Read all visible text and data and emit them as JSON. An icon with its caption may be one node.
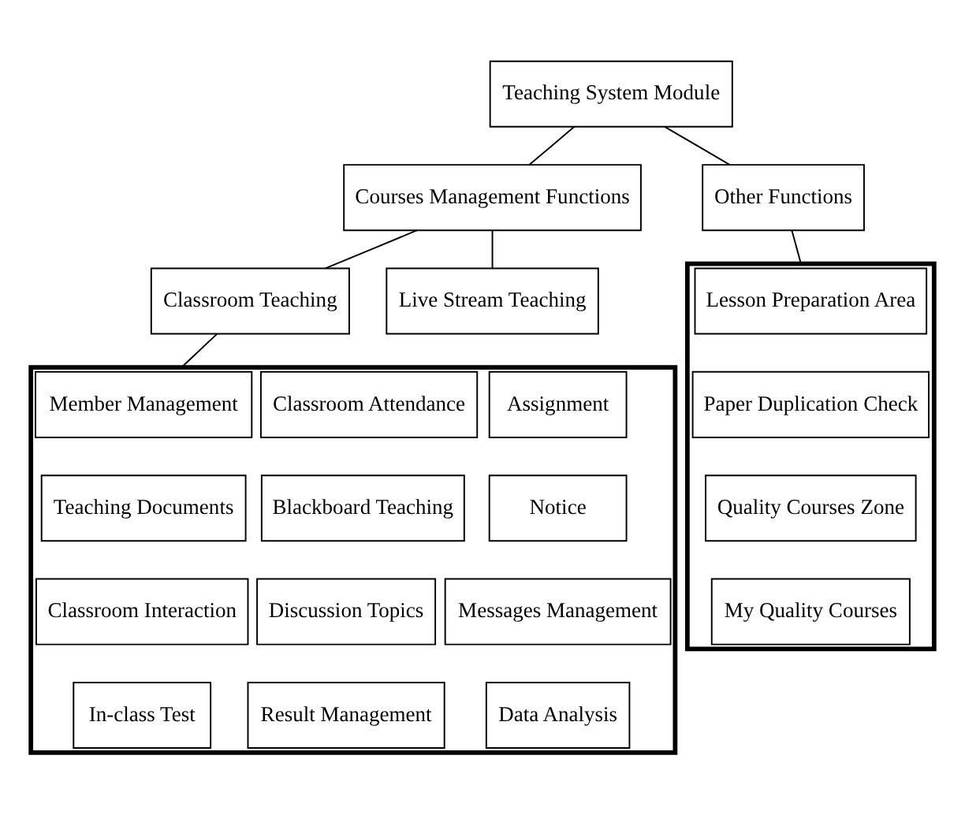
{
  "diagram": {
    "nodes": [
      {
        "text": [
          "Teaching System Module"
        ]
      },
      {
        "text": [
          "Courses Management Functions"
        ]
      },
      {
        "text": [
          "Other Functions"
        ]
      },
      {
        "text": [
          "Classroom Teaching"
        ]
      },
      {
        "text": [
          "Live Stream Teaching"
        ]
      },
      {
        "text": [],
        "shape": "box"
      },
      {
        "text": [
          "Member Management"
        ],
        "in": 5
      },
      {
        "text": [
          "Classroom Attendance"
        ],
        "in": 5
      },
      {
        "text": [
          "Assignment"
        ],
        "in": 5
      },
      {
        "text": [
          "Teaching Documents"
        ],
        "in": 5
      },
      {
        "text": [
          "Blackboard Teaching"
        ],
        "in": 5
      },
      {
        "text": [
          "Notice"
        ],
        "in": 5
      },
      {
        "text": [
          "Classroom Interaction"
        ],
        "in": 5
      },
      {
        "text": [
          "Discussion Topics"
        ],
        "in": 5
      },
      {
        "text": [
          "Messages Management"
        ],
        "in": 5
      },
      {
        "text": [
          "In-class Test"
        ],
        "in": 5
      },
      {
        "text": [
          "Result Management"
        ],
        "in": 5
      },
      {
        "text": [
          "Data Analysis"
        ],
        "in": 5
      },
      {
        "text": [],
        "shape": "box"
      },
      {
        "text": [
          "Lesson Preparation Area"
        ],
        "in": 18
      },
      {
        "text": [
          "Paper Duplication Check"
        ],
        "in": 18
      },
      {
        "text": [
          "Quality Courses Zone"
        ],
        "in": 18
      },
      {
        "text": [
          "My Quality Courses"
        ],
        "in": 18
      }
    ],
    "edges": [
      {
        "from": 0,
        "to": 1,
        "arrow": "none"
      },
      {
        "from": 0,
        "to": 2,
        "arrow": "none"
      },
      {
        "from": 1,
        "to": 3,
        "arrow": "none"
      },
      {
        "from": 1,
        "to": 4,
        "arrow": "none"
      },
      {
        "from": 3,
        "to": 5,
        "arrow": "none"
      },
      {
        "from": 2,
        "to": 18,
        "arrow": "none"
      }
    ]
  }
}
